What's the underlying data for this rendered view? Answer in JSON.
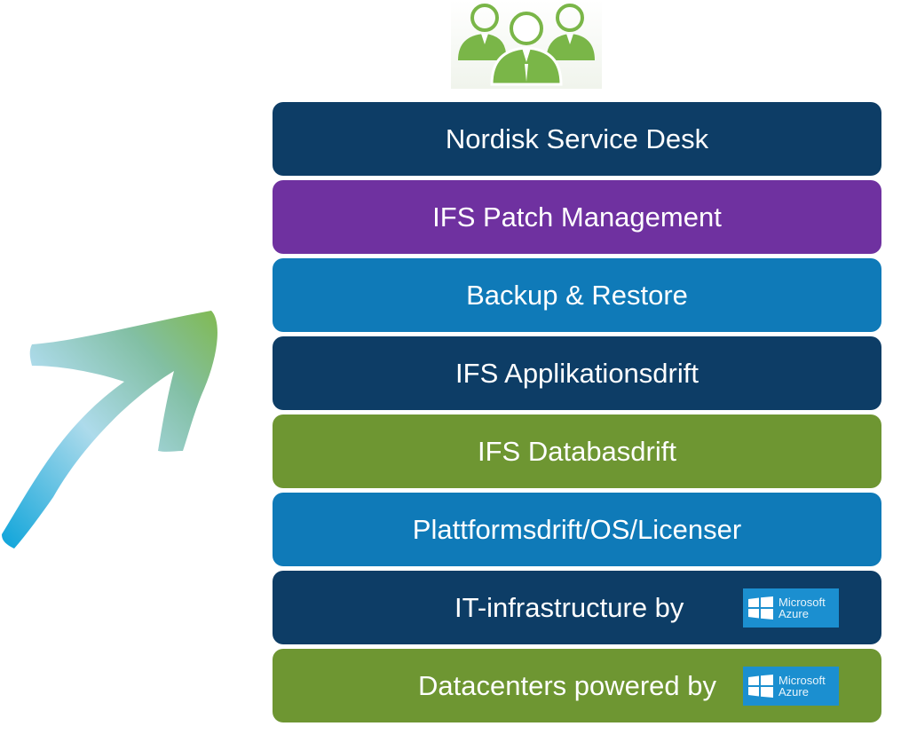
{
  "layers": [
    {
      "label": "Nordisk Service Desk",
      "color": "#0d3d66"
    },
    {
      "label": "IFS Patch Management",
      "color": "#6f31a0"
    },
    {
      "label": "Backup & Restore",
      "color": "#0f7ab8"
    },
    {
      "label": "IFS Applikationsdrift",
      "color": "#0d3d66"
    },
    {
      "label": "IFS Databasdrift",
      "color": "#6e9632"
    },
    {
      "label": "Plattformsdrift/OS/Licenser",
      "color": "#0f7ab8"
    },
    {
      "label": "IT-infrastructure by",
      "color": "#0d3d66"
    },
    {
      "label": "Datacenters powered by",
      "color": "#6e9632"
    }
  ],
  "azure_logo": {
    "line1": "Microsoft",
    "line2": "Azure",
    "color": "#1b8fd0"
  },
  "icons": {
    "people": "people-group-icon",
    "arrow": "upward-brush-arrow-icon"
  },
  "accent_green": "#7ab648"
}
